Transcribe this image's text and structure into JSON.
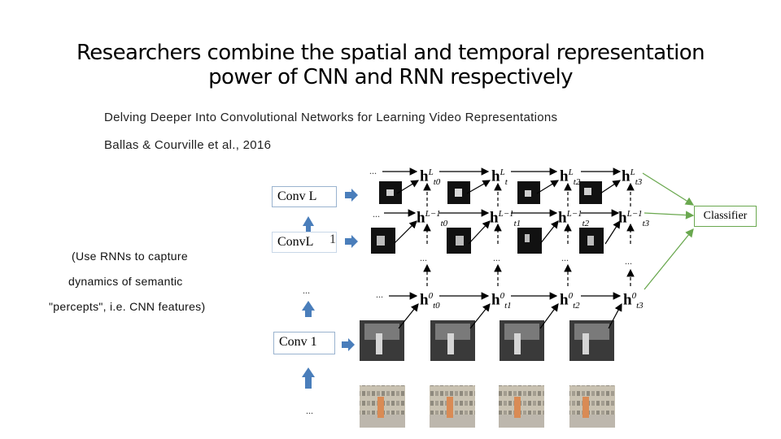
{
  "slide": {
    "title_line1": "Researchers combine the spatial and temporal representation",
    "title_line2": "power of CNN and RNN respectively",
    "paper_title": "Delving Deeper Into Convolutional Networks for Learning Video Representations",
    "authors": "Ballas & Courville et al., 2016",
    "note_line1": "(Use RNNs to capture",
    "note_line2": "dynamics of semantic",
    "note_line3": "\"percepts\", i.e. CNN features)"
  },
  "diagram": {
    "conv_top": "Conv  L",
    "conv_mid": "ConvL",
    "conv_mid_suffix": "1",
    "conv_bottom": "Conv 1",
    "classifier": "Classifier",
    "ellipsis": "...",
    "h_symbol": "h",
    "top_row": [
      {
        "sup": "L",
        "sub": "t0"
      },
      {
        "sup": "L",
        "sub": "t"
      },
      {
        "sup": "L",
        "sub": "t2"
      },
      {
        "sup": "L",
        "sub": "t3"
      }
    ],
    "mid_row": [
      {
        "sup": "L−1",
        "sub": "t0"
      },
      {
        "sup": "L−1",
        "sub": "t1"
      },
      {
        "sup": "L−1",
        "sub": "t2"
      },
      {
        "sup": "L−1",
        "sub": "t3"
      }
    ],
    "bottom_row": [
      {
        "sup": "0",
        "sub": "t0"
      },
      {
        "sup": "0",
        "sub": "t1"
      },
      {
        "sup": "0",
        "sub": "t2"
      },
      {
        "sup": "0",
        "sub": "t3"
      }
    ]
  },
  "colors": {
    "accent_blue": "#4a7ebb",
    "classifier_green": "#6aa84f",
    "box_border": "#9ab3cf"
  }
}
